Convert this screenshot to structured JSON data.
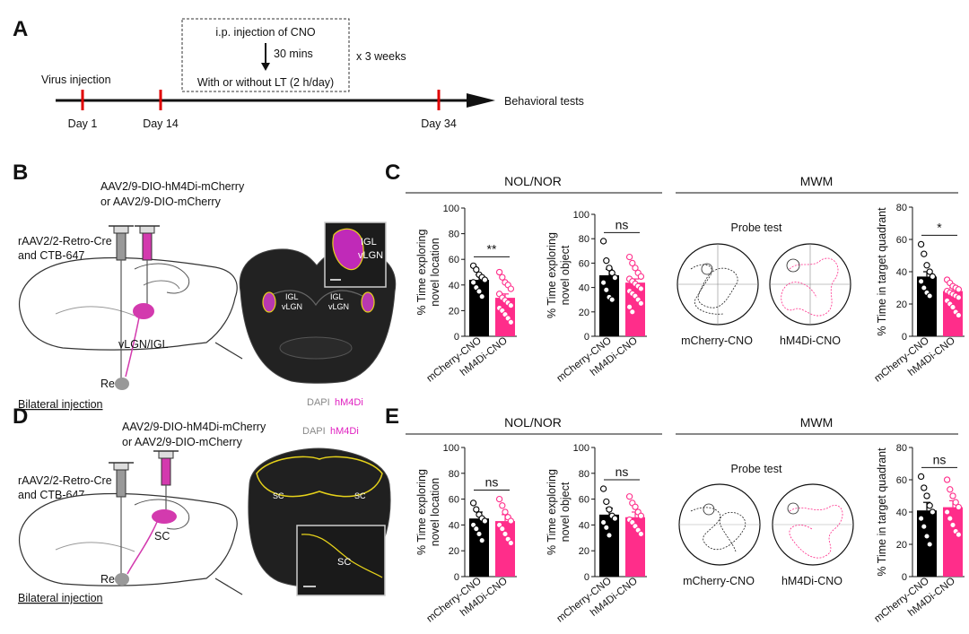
{
  "panels": {
    "A": "A",
    "B": "B",
    "C": "C",
    "D": "D",
    "E": "E"
  },
  "timeline": {
    "virus_injection": "Virus injection",
    "day1": "Day 1",
    "day14": "Day 14",
    "day34": "Day 34",
    "behavioral_tests": "Behavioral tests",
    "box_line1": "i.p. injection of CNO",
    "box_line2": "30 mins",
    "box_line3": "With or without LT (2 h/day)",
    "repeat": "x 3 weeks"
  },
  "schematic_B": {
    "vector_line1": "AAV2/9-DIO-hM4Di-mCherry",
    "vector_line2": "or AAV2/9-DIO-mCherry",
    "retro_line1": "rAAV2/2-Retro-Cre",
    "retro_line2": "and CTB-647",
    "re_label": "Re",
    "target_label": "vLGN/IGL",
    "bilateral": "Bilateral injection",
    "inset_igl": "IGL",
    "inset_vlgn": "vLGN",
    "left_igl": "IGL",
    "left_vlgn": "vLGN",
    "right_igl": "IGL",
    "right_vlgn": "vLGN",
    "stain_dapi": "DAPI",
    "stain_hm4di": "hM4Di"
  },
  "schematic_D": {
    "vector_line1": "AAV2/9-DIO-hM4Di-mCherry",
    "vector_line2": "or AAV2/9-DIO-mCherry",
    "retro_line1": "rAAV2/2-Retro-Cre",
    "retro_line2": "and CTB-647",
    "re_label": "Re",
    "target_label": "SC",
    "bilateral": "Bilateral injection",
    "sc_left": "SC",
    "sc_right": "SC",
    "inset_sc": "SC",
    "stain_dapi": "DAPI",
    "stain_hm4di": "hM4Di"
  },
  "section_C": {
    "nol_nor": "NOL/NOR",
    "mwm": "MWM",
    "probe": "Probe test",
    "track1": "mCherry-CNO",
    "track2": "hM4Di-CNO"
  },
  "section_E": {
    "nol_nor": "NOL/NOR",
    "mwm": "MWM",
    "probe": "Probe test",
    "track1": "mCherry-CNO",
    "track2": "hM4Di-CNO"
  },
  "colors": {
    "control": "#000000",
    "hm4di": "#ff2d8a",
    "marker": "#e00000",
    "box_yellow": "#e6d21a"
  },
  "chart_data": [
    {
      "type": "bar",
      "id": "C1",
      "ylabel": "% Time exploring novel location",
      "ylim": [
        0,
        100
      ],
      "yticks": [
        0,
        20,
        40,
        60,
        80,
        100
      ],
      "categories": [
        "mCherry-CNO",
        "hM4Di-CNO"
      ],
      "values": [
        44,
        30
      ],
      "errors": [
        4,
        3
      ],
      "points": [
        [
          55,
          52,
          48,
          46,
          44,
          42,
          38,
          35,
          31
        ],
        [
          50,
          46,
          42,
          40,
          37,
          33,
          30,
          28,
          26,
          24,
          22,
          20,
          17,
          14,
          11
        ]
      ],
      "significance": "**"
    },
    {
      "type": "bar",
      "id": "C2",
      "ylabel": "% Time exploring novel object",
      "ylim": [
        0,
        100
      ],
      "yticks": [
        0,
        20,
        40,
        60,
        80,
        100
      ],
      "categories": [
        "mCherry-CNO",
        "hM4Di-CNO"
      ],
      "values": [
        50,
        44
      ],
      "errors": [
        5,
        3
      ],
      "points": [
        [
          78,
          62,
          56,
          52,
          48,
          44,
          38,
          32,
          30
        ],
        [
          65,
          60,
          56,
          52,
          49,
          47,
          45,
          43,
          41,
          39,
          37,
          35,
          33,
          30,
          27,
          24,
          20
        ]
      ],
      "significance": "ns"
    },
    {
      "type": "bar",
      "id": "C3",
      "ylabel": "% Time in target quadrant",
      "ylim": [
        0,
        80
      ],
      "yticks": [
        0,
        20,
        40,
        60,
        80
      ],
      "categories": [
        "mCherry-CNO",
        "hM4Di-CNO"
      ],
      "values": [
        37,
        28
      ],
      "errors": [
        3,
        2
      ],
      "points": [
        [
          57,
          51,
          44,
          40,
          37,
          34,
          30,
          27,
          25
        ],
        [
          35,
          33,
          31,
          30,
          29,
          28,
          27,
          26,
          25,
          24,
          22,
          20,
          18,
          15,
          13
        ]
      ],
      "significance": "*"
    },
    {
      "type": "bar",
      "id": "E1",
      "ylabel": "% Time exploring novel location",
      "ylim": [
        0,
        100
      ],
      "yticks": [
        0,
        20,
        40,
        60,
        80,
        100
      ],
      "categories": [
        "mCherry-CNO",
        "hM4Di-CNO"
      ],
      "values": [
        45,
        43
      ],
      "errors": [
        5,
        5
      ],
      "points": [
        [
          57,
          52,
          48,
          45,
          43,
          40,
          37,
          33,
          28
        ],
        [
          60,
          55,
          50,
          46,
          43,
          40,
          37,
          33,
          29,
          26
        ]
      ],
      "significance": "ns"
    },
    {
      "type": "bar",
      "id": "E2",
      "ylabel": "% Time exploring novel object",
      "ylim": [
        0,
        100
      ],
      "yticks": [
        0,
        20,
        40,
        60,
        80,
        100
      ],
      "categories": [
        "mCherry-CNO",
        "hM4Di-CNO"
      ],
      "values": [
        48,
        46
      ],
      "errors": [
        5,
        4
      ],
      "points": [
        [
          68,
          58,
          52,
          47,
          45,
          42,
          38,
          32
        ],
        [
          62,
          57,
          54,
          50,
          47,
          44,
          42,
          39,
          36,
          33
        ]
      ],
      "significance": "ns"
    },
    {
      "type": "bar",
      "id": "E3",
      "ylabel": "% Time in target quadrant",
      "ylim": [
        0,
        80
      ],
      "yticks": [
        0,
        20,
        40,
        60,
        80
      ],
      "categories": [
        "mCherry-CNO",
        "hM4Di-CNO"
      ],
      "values": [
        41,
        43
      ],
      "errors": [
        5,
        4
      ],
      "points": [
        [
          62,
          55,
          50,
          44,
          40,
          36,
          31,
          25,
          20
        ],
        [
          60,
          54,
          50,
          46,
          43,
          40,
          36,
          32,
          28,
          26
        ]
      ],
      "significance": "ns"
    }
  ]
}
